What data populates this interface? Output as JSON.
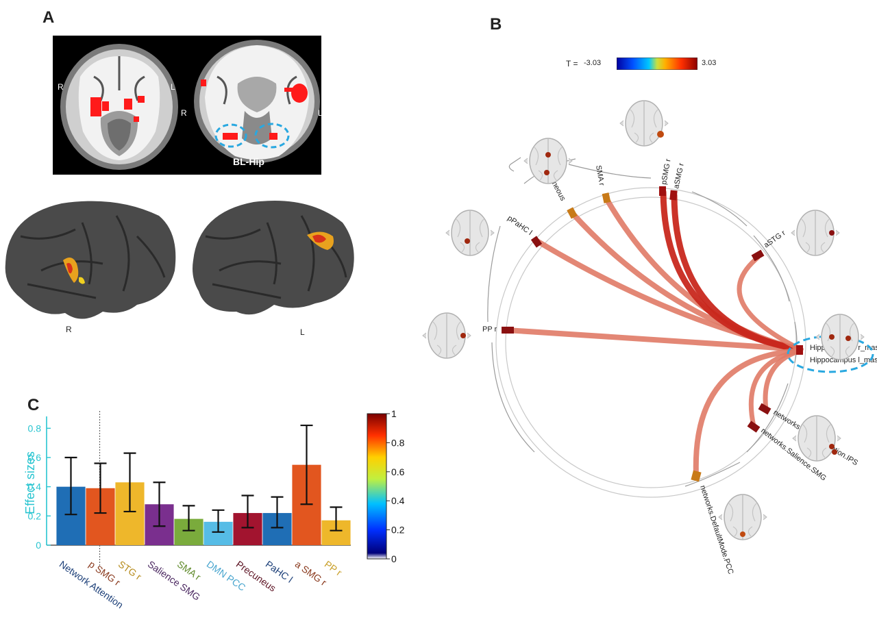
{
  "panels": {
    "a": "A",
    "b": "B",
    "c": "C"
  },
  "panel_a": {
    "mri_orient": {
      "left_r": "R",
      "left_l": "L",
      "right_r": "R",
      "right_l": "L"
    },
    "roi_label": "BL-Hip",
    "surface_labels": {
      "right": "R",
      "left": "L"
    }
  },
  "panel_b": {
    "colorbar": {
      "prefix": "T =",
      "min": "-3.03",
      "max": "3.03"
    },
    "nodes": [
      {
        "key": "precuneus",
        "label": "Precuneous"
      },
      {
        "key": "sma",
        "label": "SMA r"
      },
      {
        "key": "psmg",
        "label": "pSMG r"
      },
      {
        "key": "asmg",
        "label": "aSMG r"
      },
      {
        "key": "ppahc",
        "label": "pPaHC l"
      },
      {
        "key": "astg",
        "label": "aSTG r"
      },
      {
        "key": "pp",
        "label": "PP r"
      },
      {
        "key": "hip_r",
        "label": "Hippocampus r_mask"
      },
      {
        "key": "hip_l",
        "label": "Hippocampus l_mask"
      },
      {
        "key": "dorsal",
        "label": "networks.DorsalAttention.IPS"
      },
      {
        "key": "salience",
        "label": "networks.Salience.SMG"
      },
      {
        "key": "dmn",
        "label": "networks.DefaultMode.PCC"
      }
    ]
  },
  "chart_data": {
    "type": "bar",
    "ylabel": "Effect sizes",
    "ylim": [
      0,
      0.9
    ],
    "yticks": [
      "0",
      "0.2",
      "0.4",
      "0.6",
      "0.8"
    ],
    "categories": [
      "Network Attention",
      "p SMG r",
      "STG r",
      "Salience SMG",
      "SMA r",
      "DMN PCC",
      "Precuneus",
      "PaHC l",
      "a SMG r",
      "PP r"
    ],
    "values": [
      0.4,
      0.39,
      0.43,
      0.28,
      0.18,
      0.16,
      0.22,
      0.22,
      0.55,
      0.17
    ],
    "error_low": [
      0.21,
      0.22,
      0.23,
      0.13,
      0.1,
      0.09,
      0.12,
      0.12,
      0.28,
      0.1
    ],
    "error_high": [
      0.6,
      0.56,
      0.63,
      0.43,
      0.27,
      0.24,
      0.34,
      0.33,
      0.82,
      0.26
    ],
    "bar_colors": [
      "#1f6eb5",
      "#e2561f",
      "#eeb72b",
      "#7a2f8e",
      "#7aab3c",
      "#56bce6",
      "#a2142f",
      "#1f6eb5",
      "#e2561f",
      "#eeb72b"
    ],
    "label_colors": [
      "#1c3f78",
      "#8a3a1e",
      "#b58a1a",
      "#4a2760",
      "#5f8a2a",
      "#4aa6cf",
      "#5a1020",
      "#1c3f78",
      "#8a3a1e",
      "#c9a02a"
    ],
    "colorbar_ticks": [
      "0",
      "0.2",
      "0.4",
      "0.6",
      "0.8",
      "1"
    ]
  }
}
